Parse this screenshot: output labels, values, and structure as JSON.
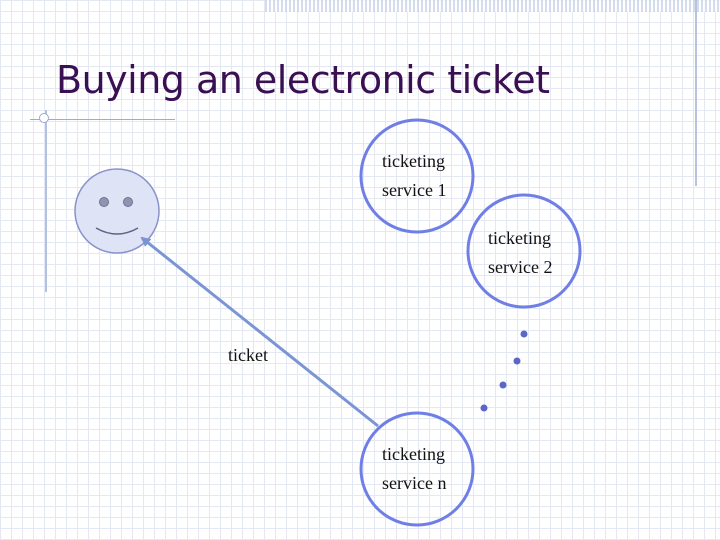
{
  "slide": {
    "title": "Buying an electronic ticket"
  },
  "services": [
    {
      "line1": "ticketing",
      "line2": "service 1"
    },
    {
      "line1": "ticketing",
      "line2": "service 2"
    },
    {
      "line1": "ticketing",
      "line2": "service n"
    }
  ],
  "arrow_label": "ticket",
  "colors": {
    "title": "#3a1052",
    "circle_stroke": "#6f7fe6",
    "arrow": "#7b95d4",
    "ellipsis_dots": "#5a66c8",
    "face_fill": "#dfe3f6",
    "face_stroke": "#8a93c9"
  }
}
